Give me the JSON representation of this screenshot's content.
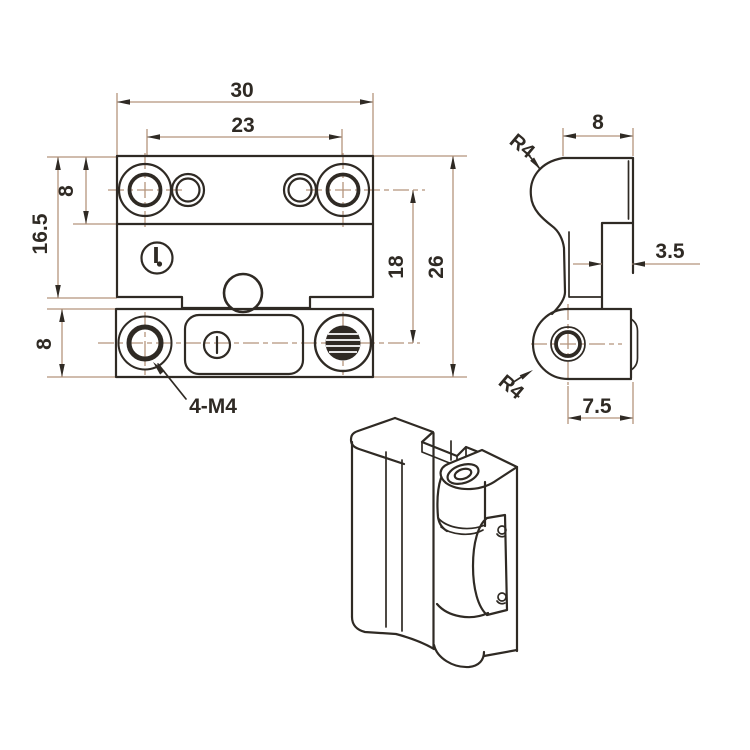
{
  "colors": {
    "ink": "#2f2a24",
    "construction": "#b5947c",
    "background": "#ffffff"
  },
  "front_view": {
    "dim_overall_width": "30",
    "dim_hole_spacing": "23",
    "dim_top_row_offset": "8",
    "dim_upper_leaf_height": "16.5",
    "dim_lower_leaf_height": "8",
    "dim_hole_rows_distance": "18",
    "dim_overall_height": "26",
    "callout_thread": "4-M4"
  },
  "side_view": {
    "dim_leaf_thickness": "8",
    "callout_radius_top": "R4",
    "dim_flange_thickness": "3.5",
    "callout_radius_knuckle": "R4",
    "dim_knuckle_width": "7.5"
  }
}
